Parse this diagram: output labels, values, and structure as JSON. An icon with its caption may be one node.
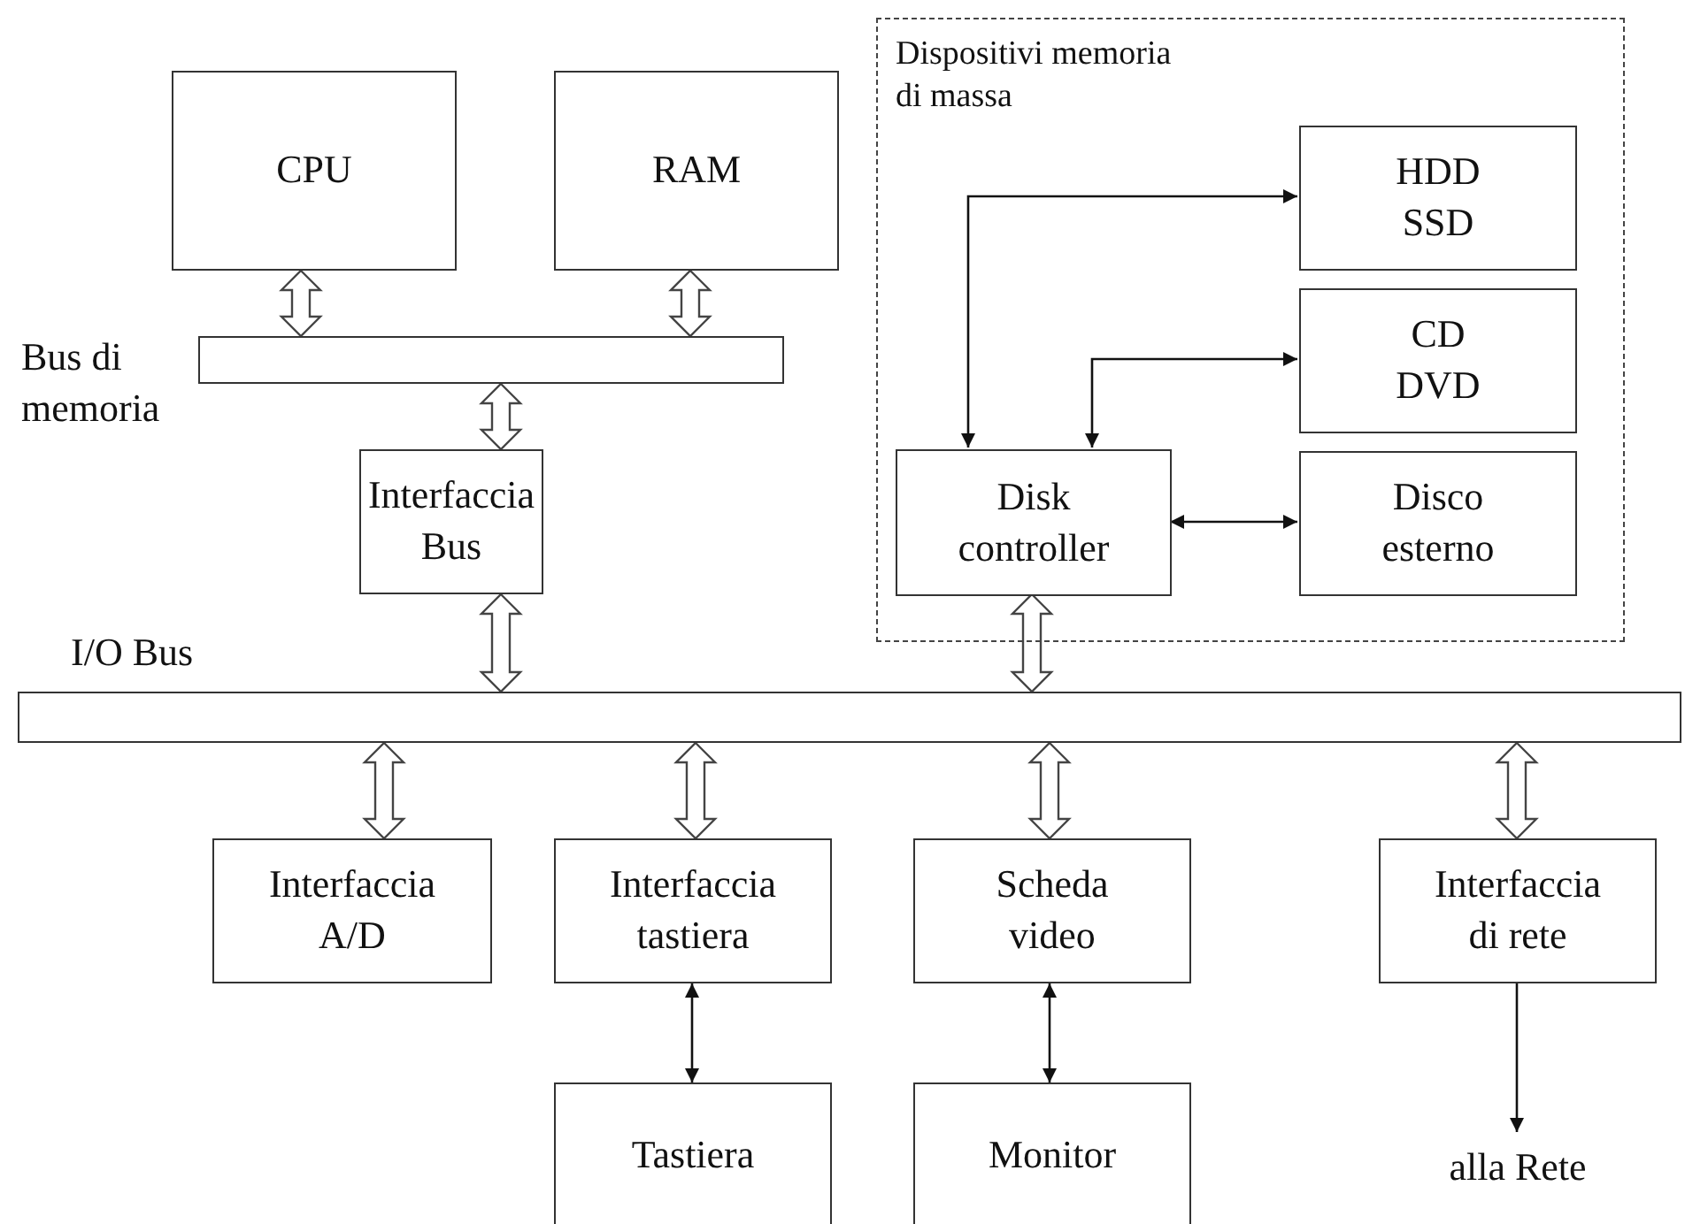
{
  "diagram": {
    "nodes": [
      {
        "text": [
          "CPU"
        ]
      },
      {
        "text": [
          "RAM"
        ]
      },
      {
        "text": [],
        "shape": "bar",
        "beside": [
          "Bus di memoria"
        ]
      },
      {
        "text": [
          "Interfaccia Bus"
        ]
      },
      {
        "text": [
          "Dispositivi memoria di massa"
        ]
      },
      {
        "text": [
          "HDD SSD"
        ],
        "in": 4
      },
      {
        "text": [
          "CD DVD"
        ],
        "in": 4
      },
      {
        "text": [
          "Disk controller"
        ],
        "in": 4
      },
      {
        "text": [
          "Disco esterno"
        ],
        "in": 4
      },
      {
        "text": [],
        "shape": "bar",
        "beside": [
          "I/O Bus"
        ]
      },
      {
        "text": [
          "Interfaccia A/D"
        ]
      },
      {
        "text": [
          "Interfaccia tastiera"
        ]
      },
      {
        "text": [
          "Scheda video"
        ]
      },
      {
        "text": [
          "Interfaccia di rete"
        ]
      },
      {
        "text": [
          "Tastiera"
        ]
      },
      {
        "text": [
          "Monitor"
        ]
      },
      {
        "text": [
          "alla Rete"
        ]
      }
    ],
    "edges": [
      {
        "from": 0,
        "to": 2,
        "arrow": "both",
        "style": "thick"
      },
      {
        "from": 1,
        "to": 2,
        "arrow": "both",
        "style": "thick"
      },
      {
        "from": 2,
        "to": 3,
        "arrow": "both",
        "style": "thick"
      },
      {
        "from": 3,
        "to": 9,
        "arrow": "both",
        "style": "thick"
      },
      {
        "from": 7,
        "to": 9,
        "arrow": "both",
        "style": "thick"
      },
      {
        "from": 7,
        "to": 5,
        "arrow": "both"
      },
      {
        "from": 7,
        "to": 6,
        "arrow": "both"
      },
      {
        "from": 7,
        "to": 8,
        "arrow": "both"
      },
      {
        "from": 9,
        "to": 10,
        "arrow": "both",
        "style": "thick"
      },
      {
        "from": 9,
        "to": 11,
        "arrow": "both",
        "style": "thick"
      },
      {
        "from": 9,
        "to": 12,
        "arrow": "both",
        "style": "thick"
      },
      {
        "from": 9,
        "to": 13,
        "arrow": "both",
        "style": "thick"
      },
      {
        "from": 11,
        "to": 14,
        "arrow": "both"
      },
      {
        "from": 12,
        "to": 15,
        "arrow": "both"
      },
      {
        "from": 13,
        "to": 16,
        "arrow": "to"
      }
    ]
  }
}
